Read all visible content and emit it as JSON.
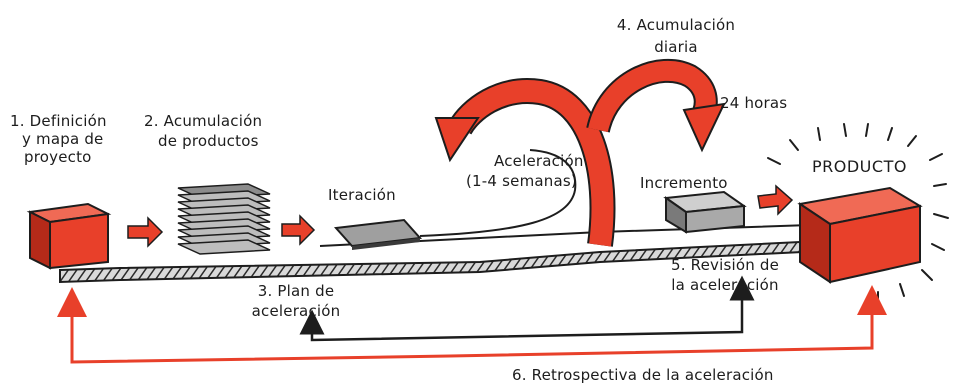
{
  "labels": {
    "step1_line1": "1. Definición",
    "step1_line2": "y mapa de",
    "step1_line3": "proyecto",
    "step2_line1": "2. Acumulación",
    "step2_line2": "de productos",
    "iteracion": "Iteración",
    "aceleracion_line1": "Aceleración",
    "aceleracion_line2": "(1-4 semanas)",
    "step4_line1": "4. Acumulación",
    "step4_line2": "diaria",
    "horas": "24 horas",
    "incremento": "Incremento",
    "producto": "PRODUCTO",
    "step3_line1": "3. Plan de",
    "step3_line2": "aceleración",
    "step5_line1": "5. Revisión de",
    "step5_line2": "la aceleración",
    "step6": "6. Retrospectiva de la aceleración"
  },
  "colors": {
    "accent_red": "#e8402a",
    "dark_red": "#b52a19",
    "ink": "#1d1d1d",
    "gray": "#a9a9a9",
    "belt": "#8d8d8d"
  }
}
